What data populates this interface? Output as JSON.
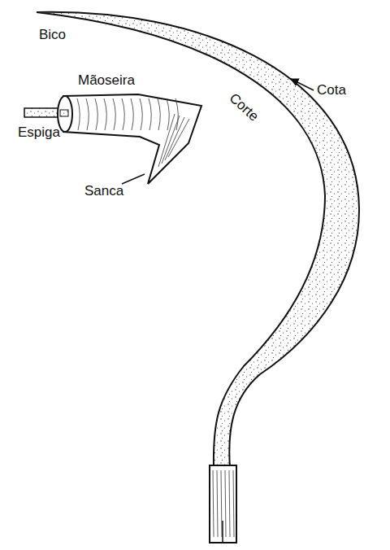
{
  "diagram": {
    "labels": [
      "Bico",
      "Cota",
      "Corte",
      "Mãoseira",
      "Espiga",
      "Sanca"
    ]
  }
}
